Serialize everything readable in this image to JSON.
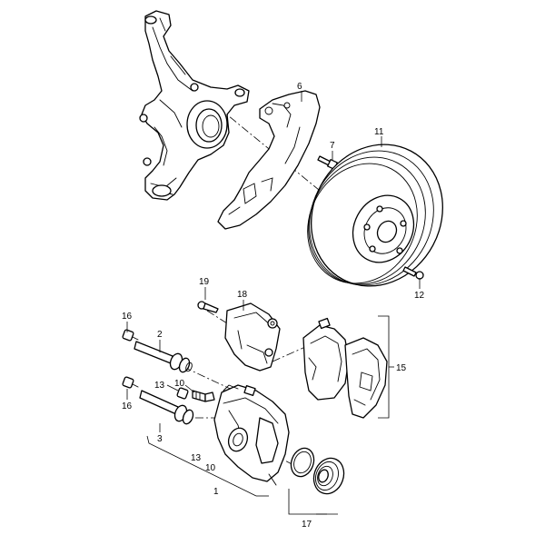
{
  "callouts": {
    "c1": "1",
    "c2": "2",
    "c3": "3",
    "c6": "6",
    "c7": "7",
    "c10a": "10",
    "c10b": "10",
    "c11": "11",
    "c12": "12",
    "c13a": "13",
    "c13b": "13",
    "c15": "15",
    "c16a": "16",
    "c16b": "16",
    "c17": "17",
    "c18": "18",
    "c19": "19"
  },
  "colors": {
    "ink": "#000000",
    "paper": "#ffffff"
  }
}
